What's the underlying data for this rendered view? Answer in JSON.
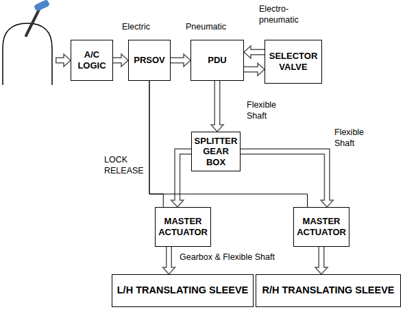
{
  "diagram": {
    "nodes": [
      {
        "text": [
          "A/C LOGIC"
        ]
      },
      {
        "text": [
          "PRSOV"
        ]
      },
      {
        "text": [
          "PDU"
        ]
      },
      {
        "text": [
          "SELECTOR VALVE"
        ]
      },
      {
        "text": [
          "SPLITTER GEAR BOX"
        ]
      },
      {
        "text": [
          "MASTER ACTUATOR"
        ]
      },
      {
        "text": [
          "MASTER ACTUATOR"
        ]
      },
      {
        "text": [
          "L/H TRANSLATING SLEEVE"
        ]
      },
      {
        "text": [
          "R/H TRANSLATING SLEEVE"
        ]
      }
    ],
    "edges": [
      {
        "from": 0,
        "to": 1,
        "arrow": "to"
      },
      {
        "from": 1,
        "to": 2,
        "arrow": "to"
      },
      {
        "from": 3,
        "to": 2,
        "arrow": "to"
      },
      {
        "from": 2,
        "to": 3,
        "arrow": "to"
      },
      {
        "from": 2,
        "to": 4,
        "arrow": "to"
      },
      {
        "from": 4,
        "to": 5,
        "arrow": "to"
      },
      {
        "from": 4,
        "to": 6,
        "arrow": "to"
      },
      {
        "from": 1,
        "to": 5,
        "arrow": "none"
      },
      {
        "from": 1,
        "to": 6,
        "arrow": "none"
      },
      {
        "from": 5,
        "to": 7,
        "arrow": "to"
      },
      {
        "from": 6,
        "to": 8,
        "arrow": "to"
      }
    ],
    "labels": [
      "Electric",
      "Pneumatic",
      "Electro- pneumatic",
      "Flexible Shaft",
      "LOCK RELEASE",
      "Flexible Shaft",
      "Gearbox & Flexible Shaft"
    ]
  }
}
